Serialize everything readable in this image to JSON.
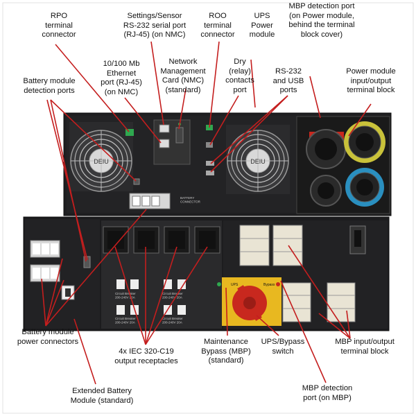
{
  "labels": {
    "rpo": "RPO\nterminal\nconnector",
    "settings_sensor": "Settings/Sensor\nRS-232  serial port\n(RJ-45)  (on NMC)",
    "roo": "ROO\nterminal\nconnector",
    "ups_power": "UPS\nPower\nmodule",
    "mbp_detect_power": "MBP detection port\n(on Power module,\nbehind the terminal\nblock cover)",
    "ethernet": "10/100 Mb\nEthernet\nport (RJ-45)\n(on NMC)",
    "nmc": "Network\nManagement\nCard (NMC)\n(standard)",
    "dry": "Dry\n(relay)\ncontacts\nport",
    "rs232_usb": "RS-232\nand USB\nports",
    "power_terminal": "Power module\ninput/output\nterminal block",
    "battery_detect": "Battery module\ndetection ports",
    "battery_power": "Battery module\npower connectors",
    "receptacles": "4x IEC 320-C19\noutput receptacles",
    "mbp": "Maintenance\nBypass (MBP)\n(standard)",
    "ups_bypass": "UPS/Bypass\nswitch",
    "mbp_terminal": "MBP input/output\nterminal block",
    "ebm": "Extended Battery\nModule (standard)",
    "mbp_detect_mbp": "MBP detection\nport (on MBP)"
  },
  "device_text": {
    "fan_left": "DEIU",
    "fan_right": "DEIU",
    "battery_connector": "BATTERY\nCONNECTOR",
    "mbp_switch_ups": "UPS",
    "mbp_switch_bypass": "Bypass",
    "cb1": "Circuit Breaker\n200-240V  20A",
    "cb2": "Circuit Breaker\n200-240V  20A",
    "cb3": "Circuit Breaker\n200-240V  20A",
    "cb4": "Circuit Breaker\n200-240V  20A"
  },
  "colors": {
    "chassis": "#1c1c1e",
    "panel": "#2a2a2c",
    "leader_line": "#c41e1e",
    "terminal_green": "#2fa84f",
    "switch_yellow": "#e8b820",
    "switch_red": "#c8281e",
    "ring_yellow": "#c9c23a",
    "ring_blue": "#2a8fbf"
  }
}
